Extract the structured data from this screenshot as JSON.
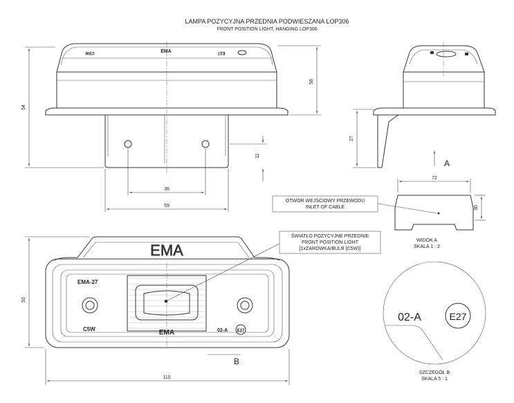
{
  "title": {
    "pl": "LAMPA POZYCYJNA PRZEDNIA PODWIESZANA LOP306",
    "en": "FRONT POSITION LIGHT, HANGING LOP306"
  },
  "side_view": {
    "cap_labels": {
      "left": "C5W",
      "center": "EMA",
      "right": "E27"
    },
    "dims": {
      "height_total": "54",
      "body_height": "58",
      "bracket_offset": "11",
      "hole_spacing": "36",
      "bracket_width": "59"
    }
  },
  "end_view": {
    "dims": {
      "bracket_height": "27"
    },
    "arrow_label": "A"
  },
  "view_a": {
    "dims": {
      "width": "72",
      "height": "30"
    },
    "callout": {
      "pl": "OTWÓR WEJŚCIOWY PRZEWODU",
      "en": "INLET OF CABLE"
    },
    "caption": {
      "name": "WIDOK A",
      "scale": "SKALA 1 : 2"
    }
  },
  "top_view": {
    "brand": "EMA",
    "model": "EMA-27",
    "bulb": "C5W",
    "approval": "02-A",
    "approval_mark": "E27",
    "dims": {
      "width": "110",
      "height": "53"
    },
    "callout": {
      "pl": "ŚWIATŁO POZYCYJNE PRZEDNIE",
      "en": "FRONT POSITION LIGHT",
      "bulb": "[1xŻARÓWKA/BULB [C5W)]"
    },
    "detail_label": "B"
  },
  "detail_b": {
    "approval": "02-A",
    "mark": "E27",
    "caption": {
      "name": "SZCZEGÓŁ B",
      "scale": "SKALA 5 : 1"
    }
  }
}
